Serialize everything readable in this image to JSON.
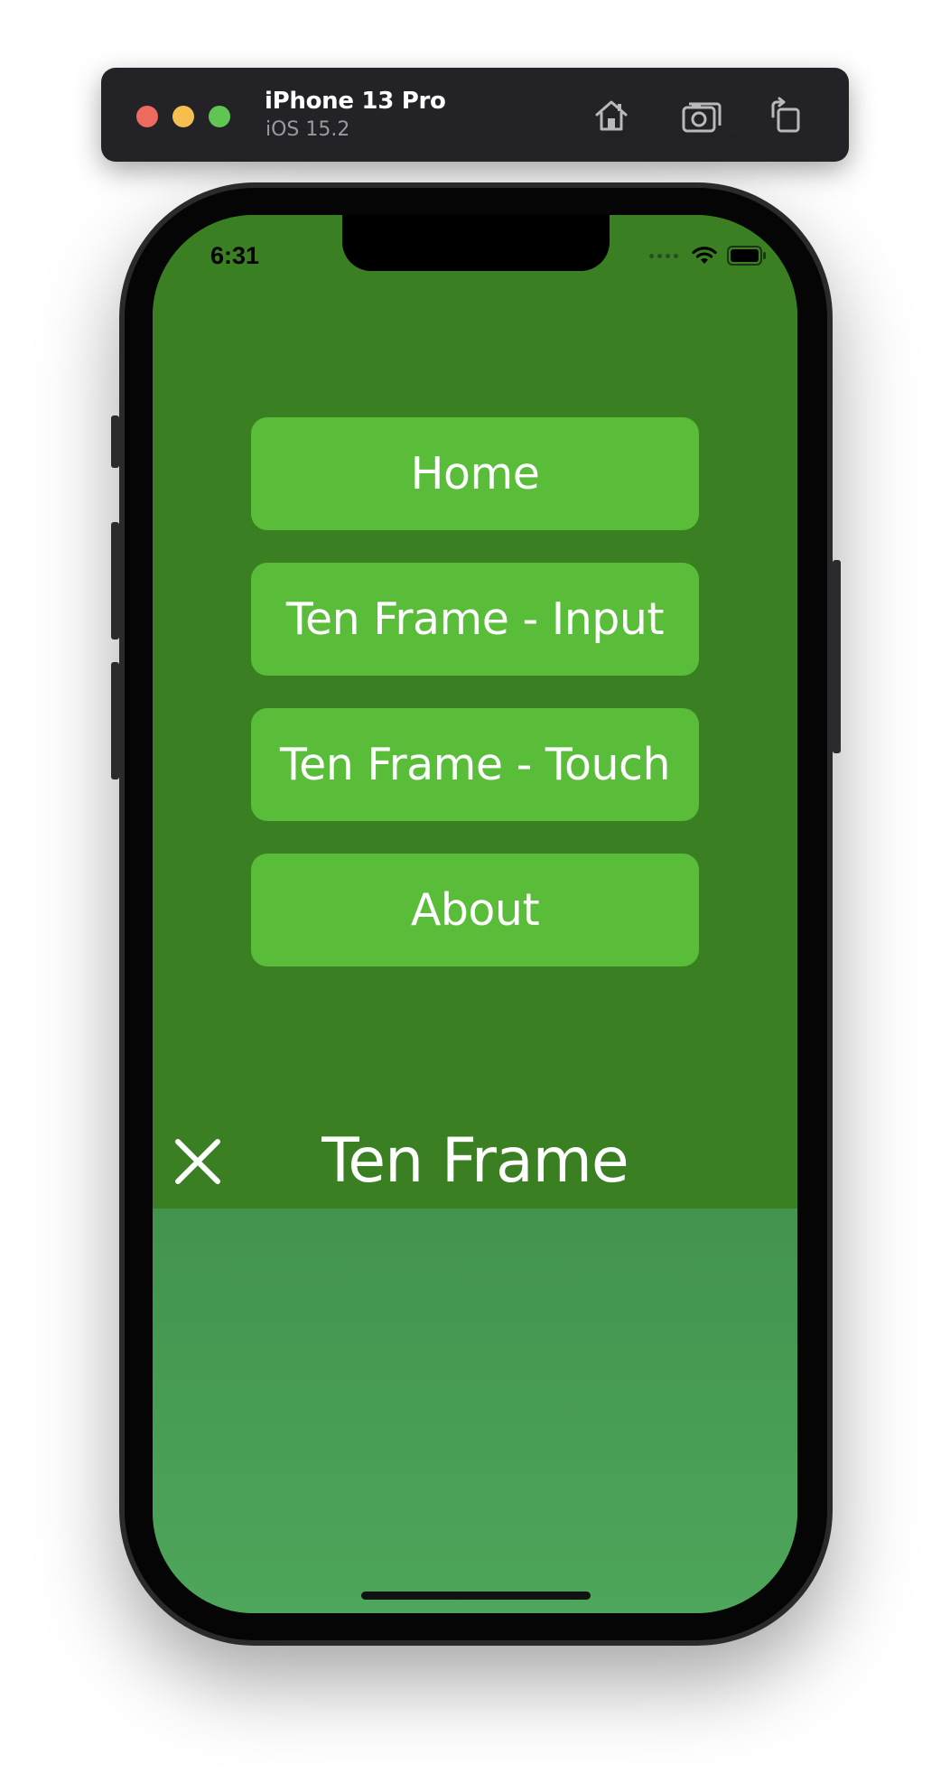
{
  "simulator": {
    "device_name": "iPhone 13 Pro",
    "os_version": "iOS 15.2",
    "icons": [
      "home-icon",
      "screenshot-icon",
      "rotate-icon"
    ]
  },
  "status_bar": {
    "time": "6:31",
    "icons": [
      "signal-icon",
      "wifi-icon",
      "battery-icon"
    ]
  },
  "menu": {
    "items": [
      {
        "label": "Home"
      },
      {
        "label": "Ten Frame - Input"
      },
      {
        "label": "Ten Frame - Touch"
      },
      {
        "label": "About"
      }
    ]
  },
  "header": {
    "title": "Ten Frame",
    "close_icon": "close-icon"
  },
  "colors": {
    "menu_background": "#3a7f22",
    "button_background": "#59bd3a",
    "content_background": "#42934e",
    "text": "#ffffff"
  }
}
